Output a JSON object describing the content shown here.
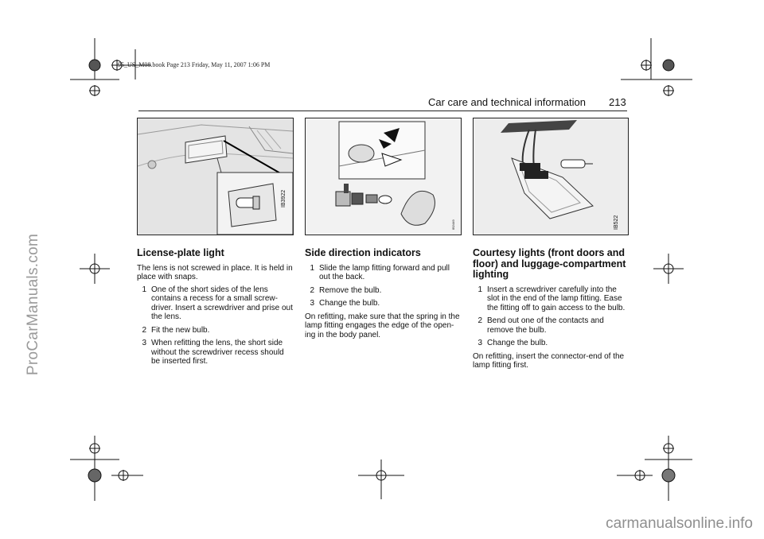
{
  "watermark_side": "ProCarManuals.com",
  "book_info": "95_US_M08.book  Page 213  Friday, May 11, 2007  1:06 PM",
  "header": {
    "title": "Car care and technical information",
    "page_number": "213"
  },
  "figures": [
    {
      "code": "IB3922"
    },
    {
      "code": "IB2449"
    },
    {
      "code": "IB522"
    }
  ],
  "sections": [
    {
      "title": "License-plate light",
      "intro": "The lens is not screwed in place. It is held in place with snaps.",
      "steps": [
        {
          "num": "1",
          "text": "One of the short sides of the lens contains a recess for a small screw-driver. Insert a screwdriver and prise out the lens."
        },
        {
          "num": "2",
          "text": "Fit the new bulb."
        },
        {
          "num": "3",
          "text": "When refitting the lens, the short side without the screwdriver recess should be inserted first."
        }
      ],
      "outro": ""
    },
    {
      "title": "Side direction indicators",
      "intro": "",
      "steps": [
        {
          "num": "1",
          "text": "Slide the lamp fitting forward and pull out the back."
        },
        {
          "num": "2",
          "text": "Remove the bulb."
        },
        {
          "num": "3",
          "text": "Change the bulb."
        }
      ],
      "outro": "On refitting, make sure that the spring in the lamp fitting engages the edge of the open-ing in the body panel."
    },
    {
      "title": "Courtesy lights (front doors and floor) and luggage-compartment lighting",
      "intro": "",
      "steps": [
        {
          "num": "1",
          "text": "Insert a screwdriver carefully into the slot in the end of the lamp fitting. Ease the fitting off to gain access to the bulb."
        },
        {
          "num": "2",
          "text": "Bend out one of the contacts and remove the bulb."
        },
        {
          "num": "3",
          "text": "Change the bulb."
        }
      ],
      "outro": "On refitting, insert the connector-end of the lamp fitting first."
    }
  ],
  "footer_watermark": "carmanualsonline.info"
}
